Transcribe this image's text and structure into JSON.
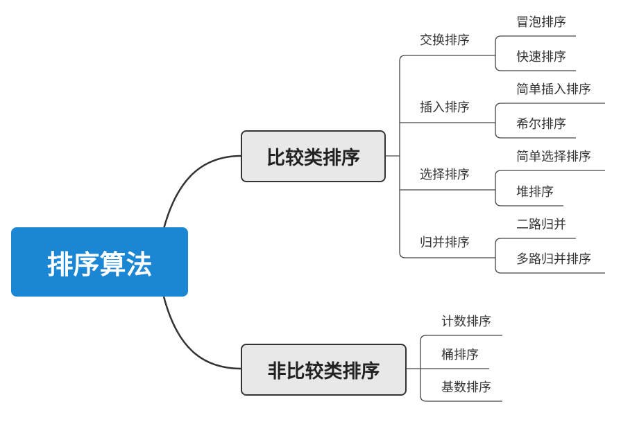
{
  "root": {
    "label": "排序算法",
    "color": "#1a86d4"
  },
  "branches": [
    {
      "label": "比较类排序",
      "children": [
        {
          "label": "交换排序",
          "children": [
            "冒泡排序",
            "快速排序"
          ]
        },
        {
          "label": "插入排序",
          "children": [
            "简单插入排序",
            "希尔排序"
          ]
        },
        {
          "label": "选择排序",
          "children": [
            "简单选择排序",
            "堆排序"
          ]
        },
        {
          "label": "归并排序",
          "children": [
            "二路归并",
            "多路归并排序"
          ]
        }
      ]
    },
    {
      "label": "非比较类排序",
      "children": [
        {
          "label": "计数排序"
        },
        {
          "label": "桶排序"
        },
        {
          "label": "基数排序"
        }
      ]
    }
  ]
}
